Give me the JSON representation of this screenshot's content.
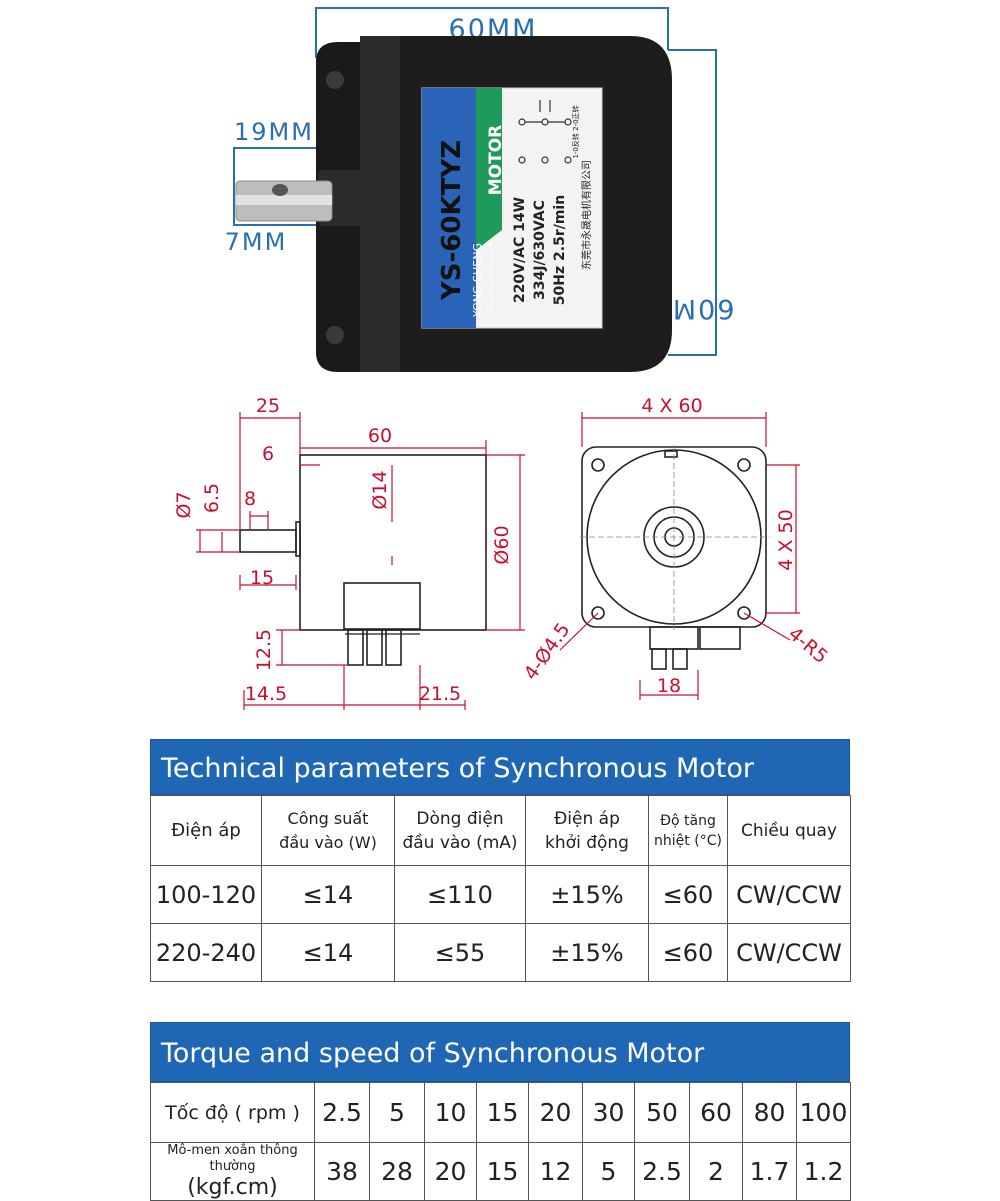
{
  "photo": {
    "dim_width": "60MM",
    "dim_height": "60MM",
    "dim_shaft_length": "19MM",
    "dim_shaft_dia": "7MM",
    "label": {
      "model": "YS-60KTYZ",
      "badge": "MOTOR",
      "brand": "YONG SHENG",
      "brand_sub": "YONG SHENG MOTOR CO.,LTD",
      "spec_line1": "220V/AC 14W",
      "spec_line2": "334J/630VAC",
      "spec_line3": "50Hz 2.5r/min",
      "maker": "东莞市永晟电机有限公司",
      "wiring_note": "1-0反转 2-0正转"
    }
  },
  "drawing": {
    "side": {
      "d25": "25",
      "d60": "60",
      "d6": "6",
      "d8": "8",
      "d15": "15",
      "dphi7": "Ø7",
      "d6_5": "6.5",
      "dphi14": "Ø14",
      "dphi60": "Ø60",
      "d12_5": "12.5",
      "d14_5": "14.5",
      "d21_5": "21.5"
    },
    "front": {
      "d4x60": "4 X 60",
      "d4x50": "4 X 50",
      "d4phi4_5": "4-Ø4.5",
      "d4r5": "4-R5",
      "d18": "18"
    }
  },
  "tech_table": {
    "title": "Technical parameters of Synchronous Motor",
    "headers": [
      "Điện áp",
      "Công suất\nđầu vào (W)",
      "Dòng điện\nđầu vào (mA)",
      "Điện áp\nkhởi động",
      "Độ tăng\nnhiệt (°C)",
      "Chiều quay"
    ],
    "rows": [
      [
        "100-120",
        "≤14",
        "≤110",
        "±15%",
        "≤60",
        "CW/CCW"
      ],
      [
        "220-240",
        "≤14",
        "≤55",
        "±15%",
        "≤60",
        "CW/CCW"
      ]
    ]
  },
  "torque_table": {
    "title": "Torque and speed of Synchronous Motor",
    "speed_label": "Tốc độ ( rpm )",
    "speeds": [
      "2.5",
      "5",
      "10",
      "15",
      "20",
      "30",
      "50",
      "60",
      "80",
      "100"
    ],
    "torque_label": "Mô-men xoắn thông thường",
    "torque_unit": "(kgf.cm)",
    "torques": [
      "38",
      "28",
      "20",
      "15",
      "12",
      "5",
      "2.5",
      "2",
      "1.7",
      "1.2"
    ]
  },
  "colors": {
    "header_blue": "#1f66b5",
    "dim_blue": "#2b6fb3",
    "cad_red": "#c8102e",
    "label_green": "#1e9a5a"
  }
}
